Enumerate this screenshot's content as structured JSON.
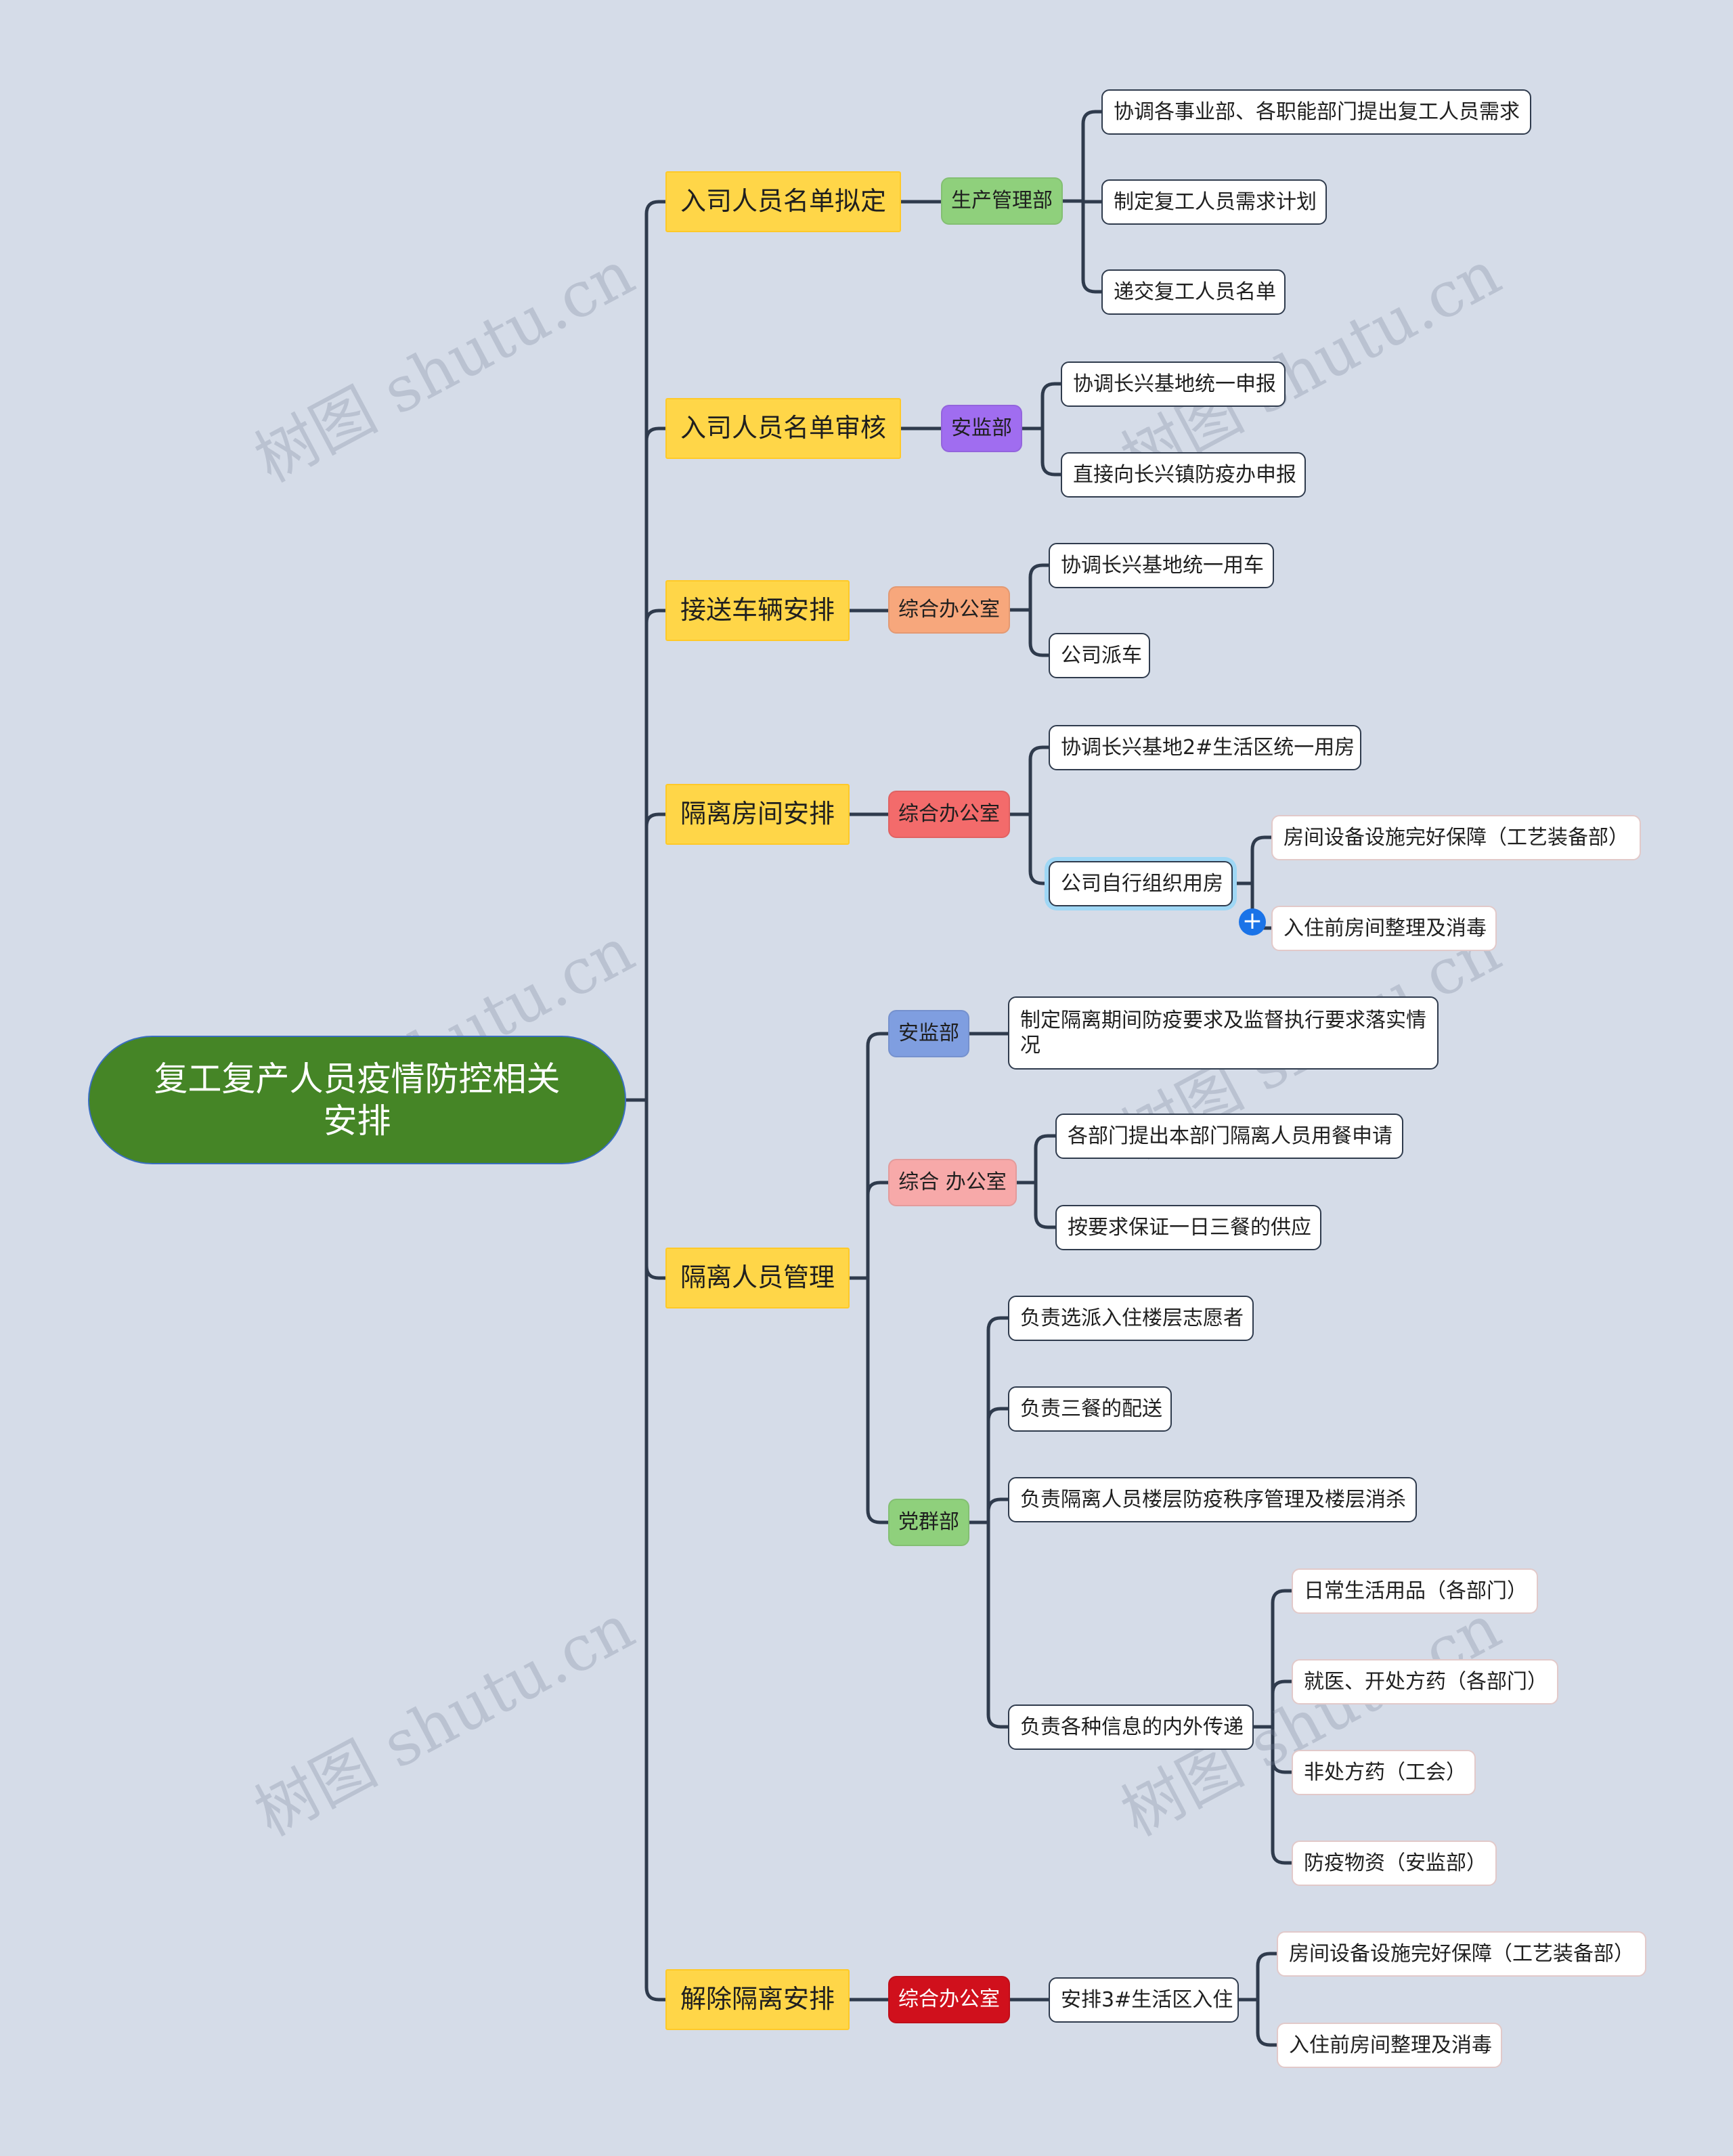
{
  "root": {
    "label": "复工复产人员疫情防控相关安排"
  },
  "branches": [
    {
      "label": "入司人员名单拟定",
      "dept": "生产管理部",
      "dept_color": "#8fd07c",
      "items": [
        {
          "label": "协调各事业部、各职能部门提出复工人员需求"
        },
        {
          "label": "制定复工人员需求计划"
        },
        {
          "label": "递交复工人员名单"
        }
      ]
    },
    {
      "label": "入司人员名单审核",
      "dept": "安监部",
      "dept_color": "#a06df0",
      "items": [
        {
          "label": "协调长兴基地统一申报"
        },
        {
          "label": "直接向长兴镇防疫办申报"
        }
      ]
    },
    {
      "label": "接送车辆安排",
      "dept": "综合办公室",
      "dept_color": "#f7a77c",
      "items": [
        {
          "label": "协调长兴基地统一用车"
        },
        {
          "label": "公司派车"
        }
      ]
    },
    {
      "label": "隔离房间安排",
      "dept": "综合办公室",
      "dept_color": "#f36b6b",
      "items": [
        {
          "label": "协调长兴基地2#生活区统一用房"
        },
        {
          "label": "公司自行组织用房",
          "children": [
            "房间设备设施完好保障（工艺装备部）",
            "入住前房间整理及消毒"
          ]
        }
      ]
    },
    {
      "label": "隔离人员管理",
      "depts": [
        {
          "dept": "安监部",
          "dept_color": "#7f9ee0",
          "items": [
            {
              "label": "制定隔离期间防疫要求及监督执行要求落实情况"
            }
          ]
        },
        {
          "dept": "综合 办公室",
          "dept_color": "#f7a9a9",
          "items": [
            {
              "label": "各部门提出本部门隔离人员用餐申请"
            },
            {
              "label": "按要求保证一日三餐的供应"
            }
          ]
        },
        {
          "dept": "党群部",
          "dept_color": "#8fd07c",
          "items": [
            {
              "label": "负责选派入住楼层志愿者"
            },
            {
              "label": "负责三餐的配送"
            },
            {
              "label": "负责隔离人员楼层防疫秩序管理及楼层消杀"
            },
            {
              "label": "负责各种信息的内外传递",
              "children": [
                "日常生活用品（各部门）",
                "就医、开处方药（各部门）",
                "非处方药（工会）",
                "防疫物资（安监部）"
              ]
            }
          ]
        }
      ]
    },
    {
      "label": "解除隔离安排",
      "dept": "综合办公室",
      "dept_color": "#d0101c",
      "dept_text_color": "#ffffff",
      "items": [
        {
          "label": "安排3#生活区入住",
          "children": [
            "房间设备设施完好保障（工艺装备部）",
            "入住前房间整理及消毒"
          ]
        }
      ]
    }
  ],
  "watermark": "树图 shutu.cn",
  "expand_button": "+",
  "line_color": "#2f3b4d"
}
